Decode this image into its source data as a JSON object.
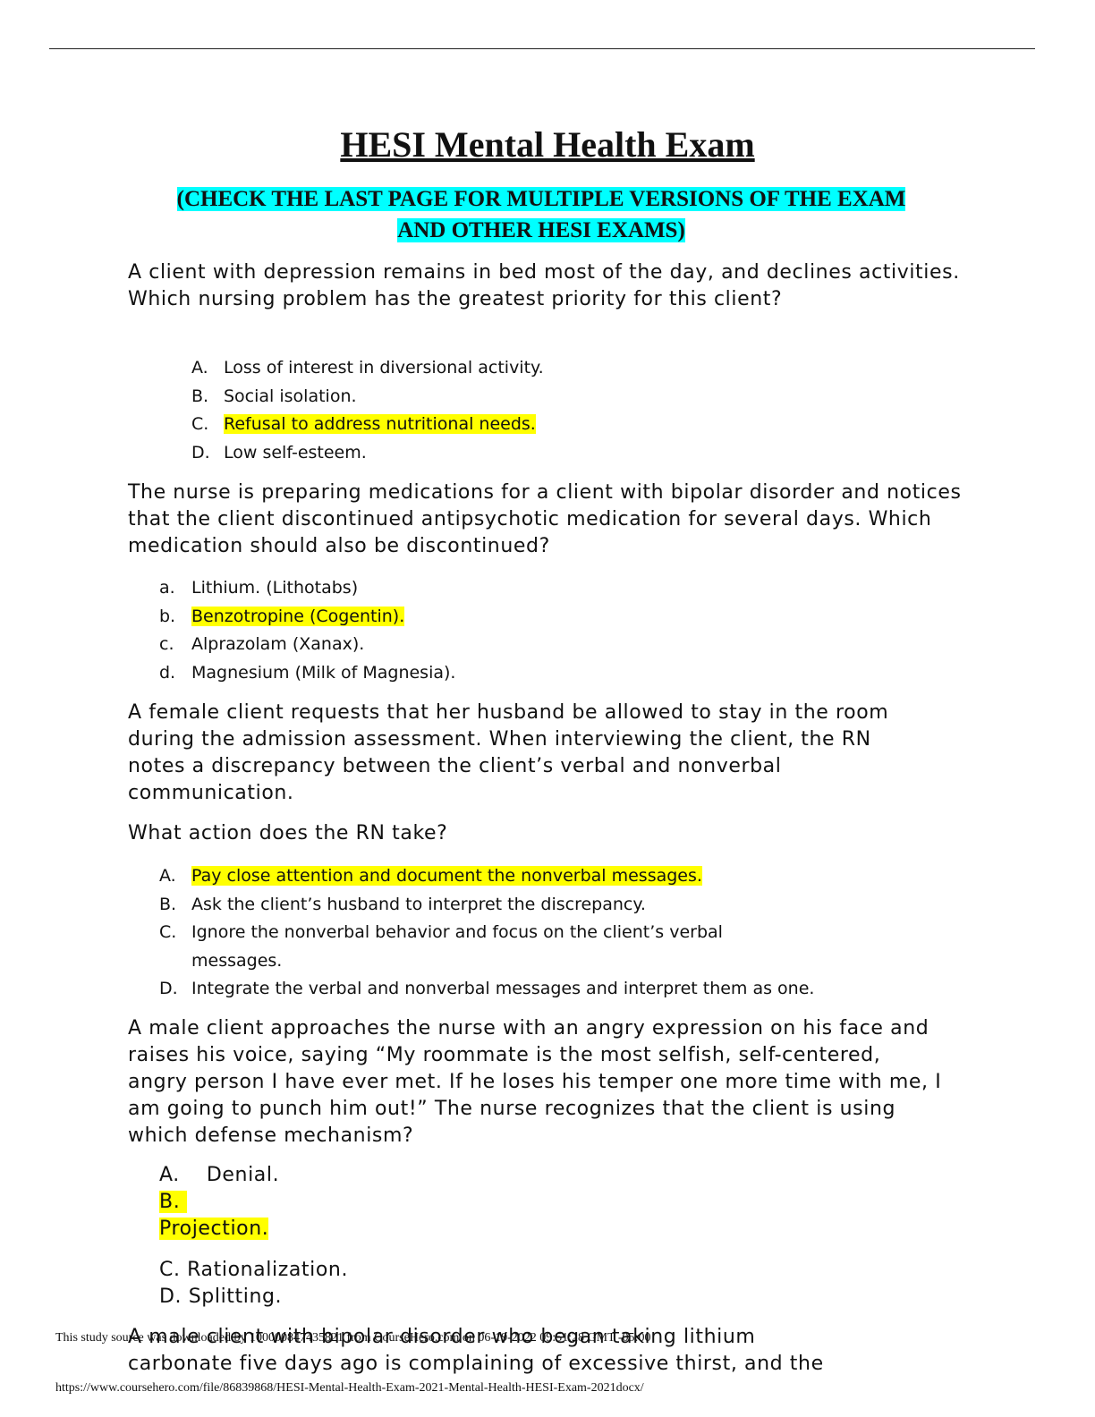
{
  "title": "HESI Mental Health Exam",
  "notice_line1": "(CHECK THE LAST PAGE FOR MULTIPLE VERSIONS OF THE EXAM",
  "notice_line2": "AND OTHER HESI EXAMS)",
  "highlight_colors": {
    "notice": "#00ffff",
    "answer": "#ffff00"
  },
  "q1": {
    "text": "A client with depression remains in bed most of the day, and declines activities. Which nursing problem has the greatest priority for this client?",
    "options": [
      {
        "marker": "A.",
        "text": "Loss of interest in diversional activity."
      },
      {
        "marker": "B.",
        "text": "Social isolation."
      },
      {
        "marker": "C.",
        "text": "Refusal to address nutritional needs."
      },
      {
        "marker": "D.",
        "text": "Low self-esteem."
      }
    ]
  },
  "q2": {
    "text": "The nurse is preparing medications for a client with bipolar disorder and notices that the client discontinued antipsychotic medication for several days. Which medication should also be discontinued?",
    "options": [
      {
        "marker": "a.",
        "text": "Lithium. (Lithotabs)"
      },
      {
        "marker": "b.",
        "text": "Benzotropine (Cogentin)."
      },
      {
        "marker": "c.",
        "text": "Alprazolam (Xanax)."
      },
      {
        "marker": "d.",
        "text": "Magnesium (Milk of Magnesia)."
      }
    ]
  },
  "q3": {
    "text": "A female client requests that her husband be allowed to stay in the room during the admission assessment. When interviewing the client, the RN notes a discrepancy between the client’s verbal and nonverbal communication.",
    "prompt": "What action does the RN take?",
    "options": [
      {
        "marker": "A.",
        "text": "Pay close attention and document the nonverbal messages."
      },
      {
        "marker": "B.",
        "text": "Ask the client’s husband to interpret the discrepancy."
      },
      {
        "marker": "C.",
        "text": "Ignore the nonverbal behavior and focus on the client’s verbal messages."
      },
      {
        "marker": "D.",
        "text": "Integrate the verbal and nonverbal messages and interpret them as one."
      }
    ]
  },
  "q4": {
    "text": "A male client approaches the nurse with an angry expression on his face and raises his voice, saying “My roommate is the most selfish, self-centered, angry person I have ever met.  If he loses his temper one more time with me, I am going to punch him out!” The nurse recognizes that the client is using which defense mechanism?",
    "optA_marker": "A.",
    "optA_text": "Denial.",
    "optB_marker": "B.",
    "optB_text": "Projection.",
    "optC_marker": "C.",
    "optC_text": "Rationalization.",
    "optD_marker": "D.",
    "optD_text": "Splitting."
  },
  "q5": {
    "line1": "A male client with bipolar disorder who began taking lithium",
    "line2": "carbonate five days ago is complaining of excessive thirst, and the"
  },
  "footer": {
    "source": "This study source was downloaded by 100000847435821 from CourseHero.com on 06-19-2022 09:51:28 GMT -05:00",
    "url": "https://www.coursehero.com/file/86839868/HESI-Mental-Health-Exam-2021-Mental-Health-HESI-Exam-2021docx/"
  }
}
